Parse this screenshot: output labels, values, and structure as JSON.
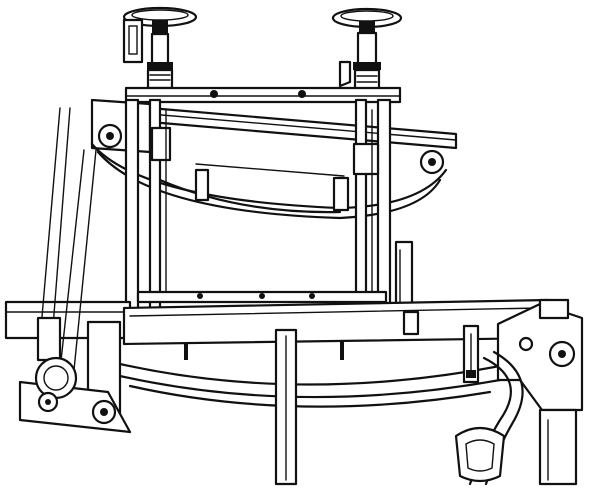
{
  "figure": {
    "colors": {
      "ink": "#111111",
      "paper": "#ffffff"
    },
    "parts": [
      "handwheel-left",
      "handwheel-right",
      "screw-jack-left",
      "screw-jack-right",
      "top-crossbar",
      "upper-cross-beam",
      "angled-upper-beam",
      "vertical-guide-posts",
      "lower-platform",
      "main-frame-rail",
      "left-wheel-assembly",
      "right-bracket-assembly",
      "leaf-spring",
      "center-post",
      "curved-link-right",
      "lower-foot-right"
    ]
  }
}
